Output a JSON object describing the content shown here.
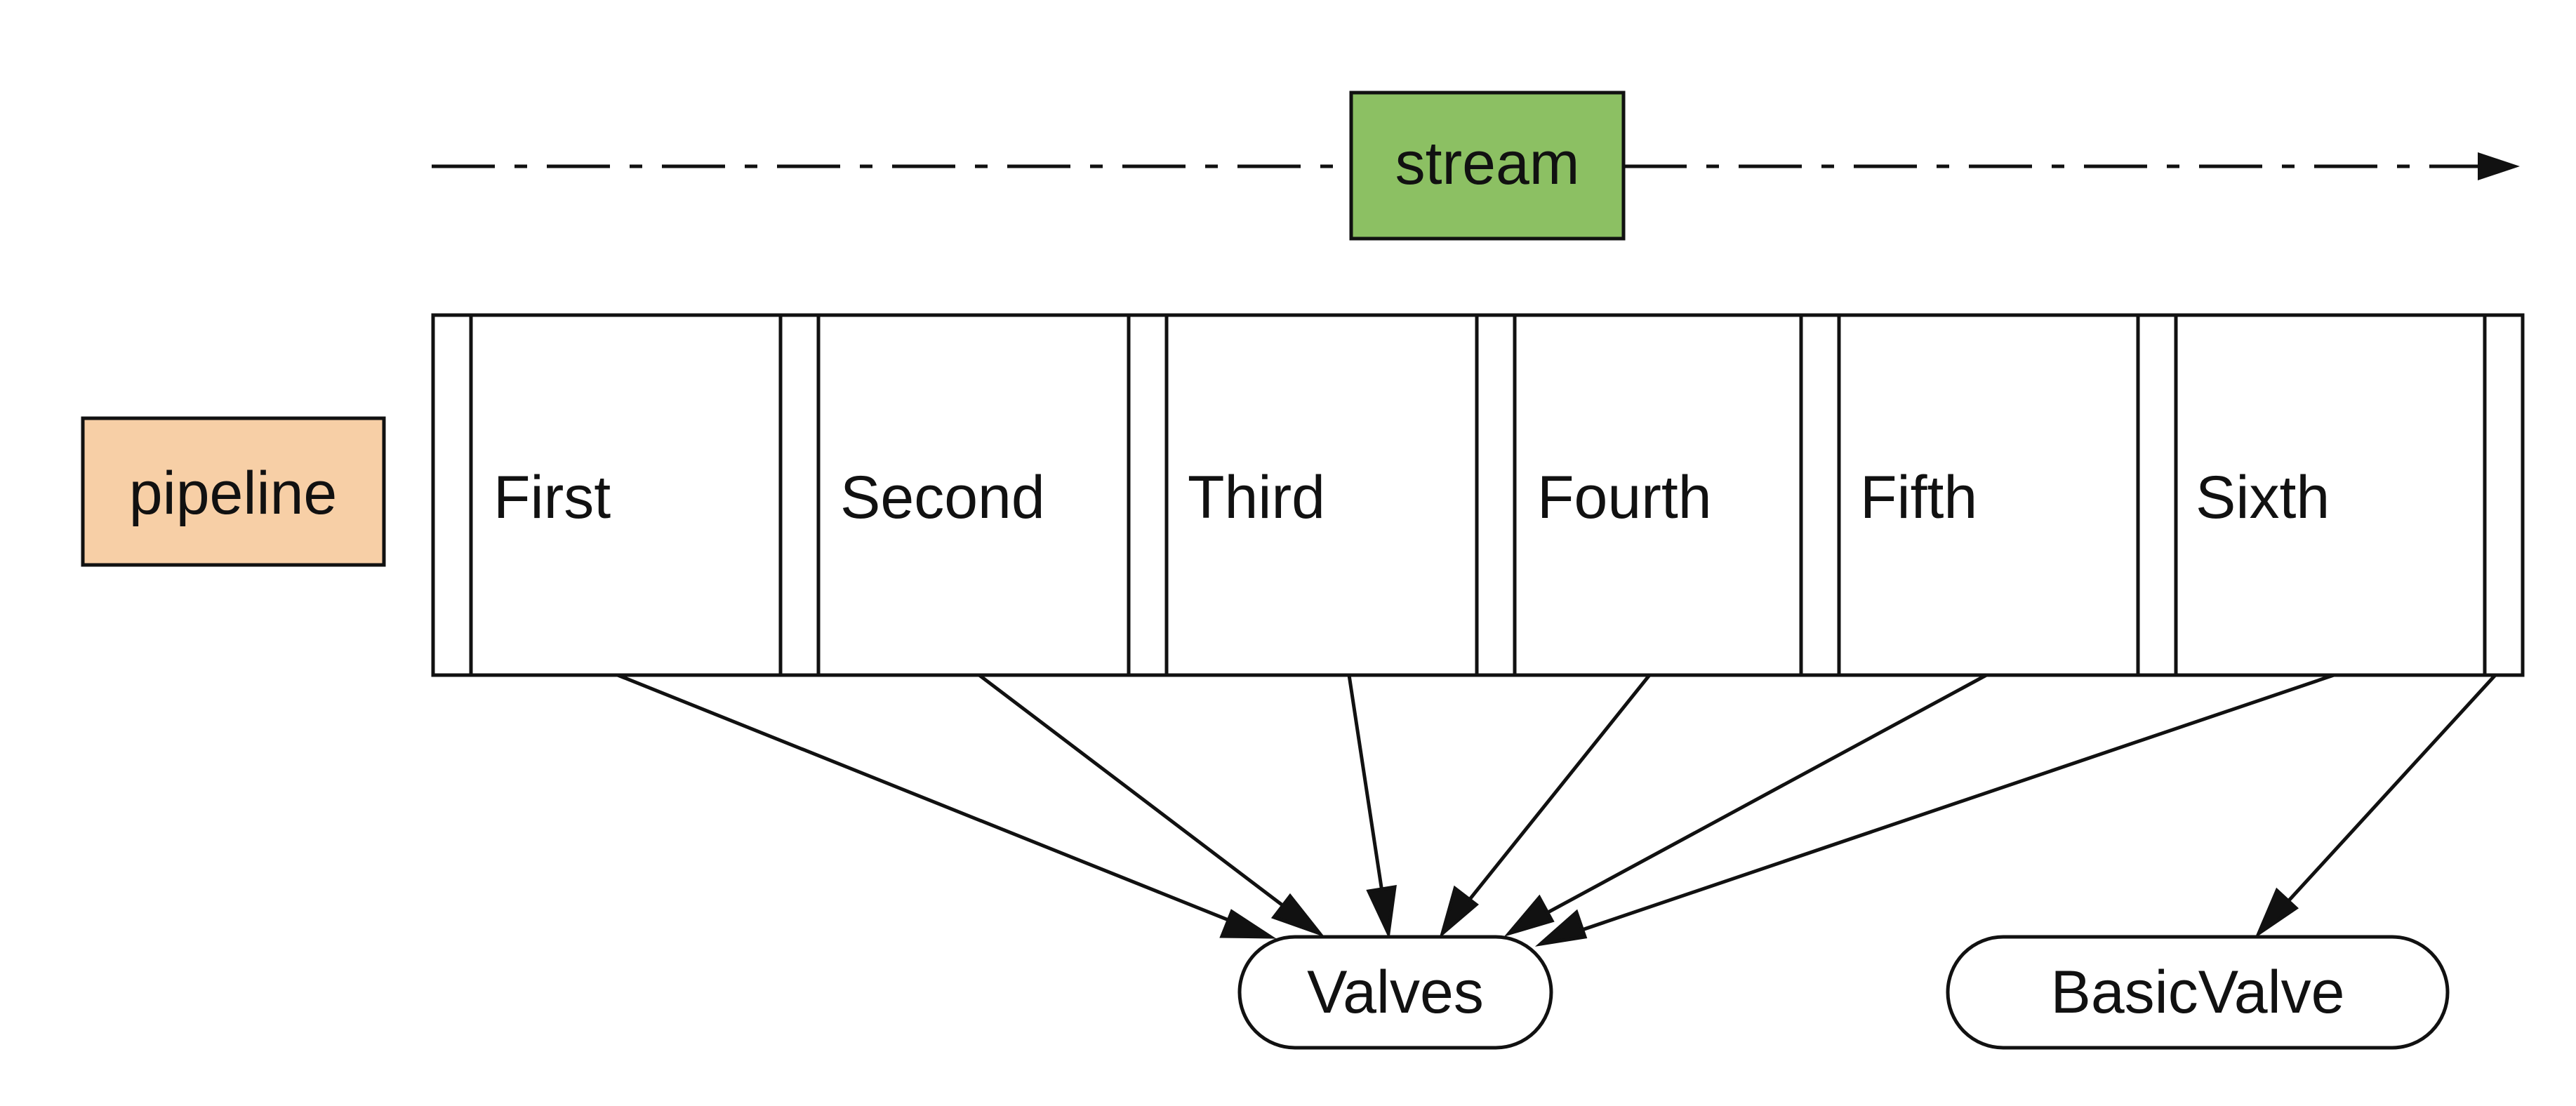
{
  "stream": {
    "label": "stream",
    "fill": "#8cc063"
  },
  "pipeline": {
    "label": "pipeline",
    "fill": "#f7cfa6"
  },
  "valves": [
    {
      "label": "First"
    },
    {
      "label": "Second"
    },
    {
      "label": "Third"
    },
    {
      "label": "Fourth"
    },
    {
      "label": "Fifth"
    },
    {
      "label": "Sixth"
    }
  ],
  "targets": {
    "valves_label": "Valves",
    "basic_valve_label": "BasicValve"
  }
}
